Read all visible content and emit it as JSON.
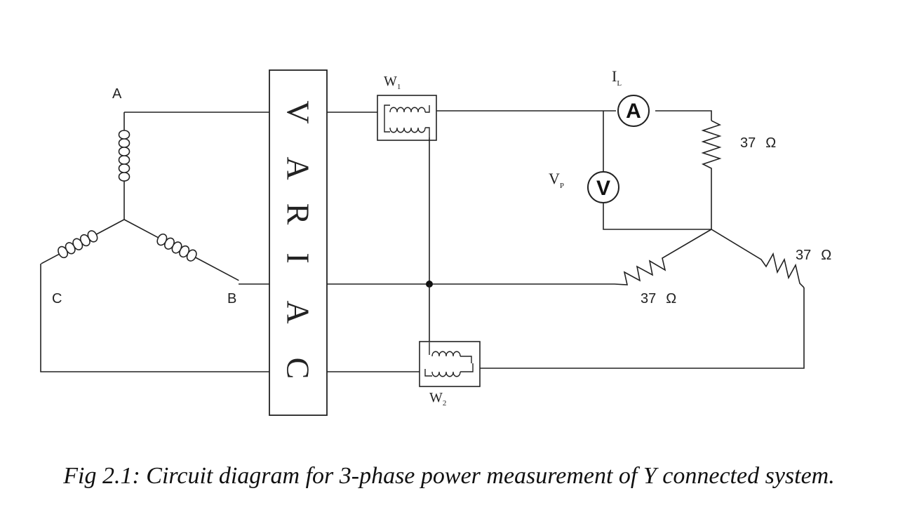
{
  "source": {
    "phase_a": "A",
    "phase_b": "B",
    "phase_c": "C"
  },
  "variac": {
    "letters": [
      "V",
      "A",
      "R",
      "I",
      "A",
      "C"
    ]
  },
  "wattmeters": {
    "w1_main": "W",
    "w1_sub": "1",
    "w2_main": "W",
    "w2_sub": "2"
  },
  "meters": {
    "ammeter_symbol": "A",
    "voltmeter_symbol": "V",
    "current_main": "I",
    "current_sub": "L",
    "voltage_main": "V",
    "voltage_sub": "P"
  },
  "load": {
    "r1": "37",
    "r2": "37",
    "r3": "37",
    "unit": "Ω"
  },
  "caption": "Fig 2.1: Circuit diagram for 3-phase power measurement of Y connected system."
}
